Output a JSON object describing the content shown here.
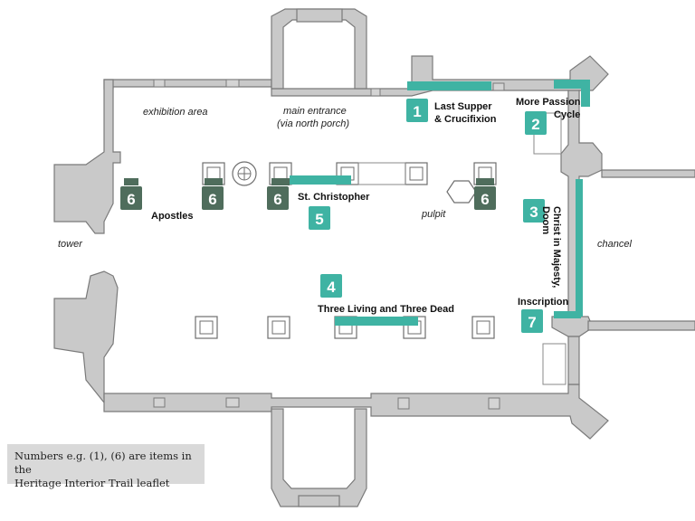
{
  "labels": {
    "exhibition_area": "exhibition area",
    "main_entrance_line1": "main entrance",
    "main_entrance_line2": "(via north porch)",
    "tower": "tower",
    "pulpit": "pulpit",
    "chancel": "chancel"
  },
  "murals": {
    "last_supper_line1": "Last Supper",
    "last_supper_line2": "& Crucifixion",
    "more_passion_line1": "More Passion",
    "more_passion_line2": "Cycle",
    "christ_majesty_line1": "Christ in Majesty,",
    "christ_majesty_line2": "Doom",
    "st_christopher": "St. Christopher",
    "apostles": "Apostles",
    "three_living": "Three Living and Three Dead",
    "inscription": "Inscription"
  },
  "badges": {
    "b1": "1",
    "b2": "2",
    "b3": "3",
    "b4": "4",
    "b5": "5",
    "b6": "6",
    "b7": "7"
  },
  "colors": {
    "teal": "#3fb3a3",
    "dark_green": "#4f6d5c",
    "wall_grey": "#c9c9c9"
  },
  "note": {
    "line1": "Numbers e.g. (1), (6) are items in the",
    "line2": "Heritage Interior Trail leaflet"
  }
}
